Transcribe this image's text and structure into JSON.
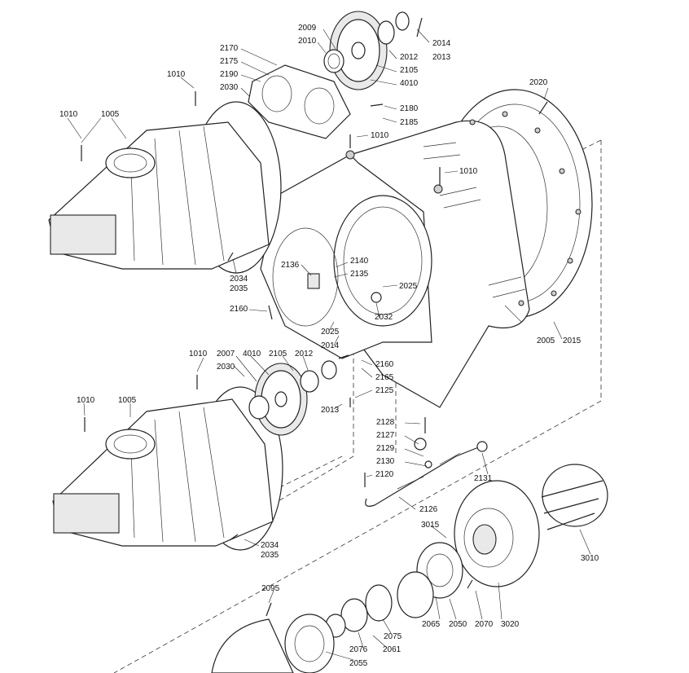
{
  "diagram": {
    "callouts": [
      {
        "id": "c2009",
        "text": "2009"
      },
      {
        "id": "c2014a",
        "text": "2014"
      },
      {
        "id": "c2010",
        "text": "2010"
      },
      {
        "id": "c2012a",
        "text": "2012"
      },
      {
        "id": "c2013a",
        "text": "2013"
      },
      {
        "id": "c2170",
        "text": "2170"
      },
      {
        "id": "c2105a",
        "text": "2105"
      },
      {
        "id": "c2175",
        "text": "2175"
      },
      {
        "id": "c4010a",
        "text": "4010"
      },
      {
        "id": "c1010a",
        "text": "1010"
      },
      {
        "id": "c2190",
        "text": "2190"
      },
      {
        "id": "c2020",
        "text": "2020"
      },
      {
        "id": "c2030a",
        "text": "2030"
      },
      {
        "id": "c2180",
        "text": "2180"
      },
      {
        "id": "c1010b",
        "text": "1010"
      },
      {
        "id": "c1005a",
        "text": "1005"
      },
      {
        "id": "c2185",
        "text": "2185"
      },
      {
        "id": "c1010c",
        "text": "1010"
      },
      {
        "id": "c1010d",
        "text": "1010"
      },
      {
        "id": "c2136",
        "text": "2136"
      },
      {
        "id": "c2140",
        "text": "2140"
      },
      {
        "id": "c2135",
        "text": "2135"
      },
      {
        "id": "c2034a",
        "text": "2034"
      },
      {
        "id": "c2035a",
        "text": "2035"
      },
      {
        "id": "c2025a",
        "text": "2025"
      },
      {
        "id": "c2160a",
        "text": "2160"
      },
      {
        "id": "c2032",
        "text": "2032"
      },
      {
        "id": "c2025b",
        "text": "2025"
      },
      {
        "id": "c2014b",
        "text": "2014"
      },
      {
        "id": "c2005",
        "text": "2005"
      },
      {
        "id": "c2015",
        "text": "2015"
      },
      {
        "id": "c1010e",
        "text": "1010"
      },
      {
        "id": "c2007",
        "text": "2007"
      },
      {
        "id": "c4010b",
        "text": "4010"
      },
      {
        "id": "c2105b",
        "text": "2105"
      },
      {
        "id": "c2012b",
        "text": "2012"
      },
      {
        "id": "c2030b",
        "text": "2030"
      },
      {
        "id": "c2160b",
        "text": "2160"
      },
      {
        "id": "c2165",
        "text": "2165"
      },
      {
        "id": "c2125",
        "text": "2125"
      },
      {
        "id": "c2013b",
        "text": "2013"
      },
      {
        "id": "c1010f",
        "text": "1010"
      },
      {
        "id": "c1005b",
        "text": "1005"
      },
      {
        "id": "c2128",
        "text": "2128"
      },
      {
        "id": "c2127",
        "text": "2127"
      },
      {
        "id": "c2129",
        "text": "2129"
      },
      {
        "id": "c2130",
        "text": "2130"
      },
      {
        "id": "c2120",
        "text": "2120"
      },
      {
        "id": "c2131",
        "text": "2131"
      },
      {
        "id": "c2126",
        "text": "2126"
      },
      {
        "id": "c3015",
        "text": "3015"
      },
      {
        "id": "c3010",
        "text": "3010"
      },
      {
        "id": "c2034b",
        "text": "2034"
      },
      {
        "id": "c2035b",
        "text": "2035"
      },
      {
        "id": "c2095",
        "text": "2095"
      },
      {
        "id": "c2065",
        "text": "2065"
      },
      {
        "id": "c2050",
        "text": "2050"
      },
      {
        "id": "c2070",
        "text": "2070"
      },
      {
        "id": "c3020",
        "text": "3020"
      },
      {
        "id": "c2075",
        "text": "2075"
      },
      {
        "id": "c2076",
        "text": "2076"
      },
      {
        "id": "c2061",
        "text": "2061"
      },
      {
        "id": "c2055",
        "text": "2055"
      }
    ]
  }
}
